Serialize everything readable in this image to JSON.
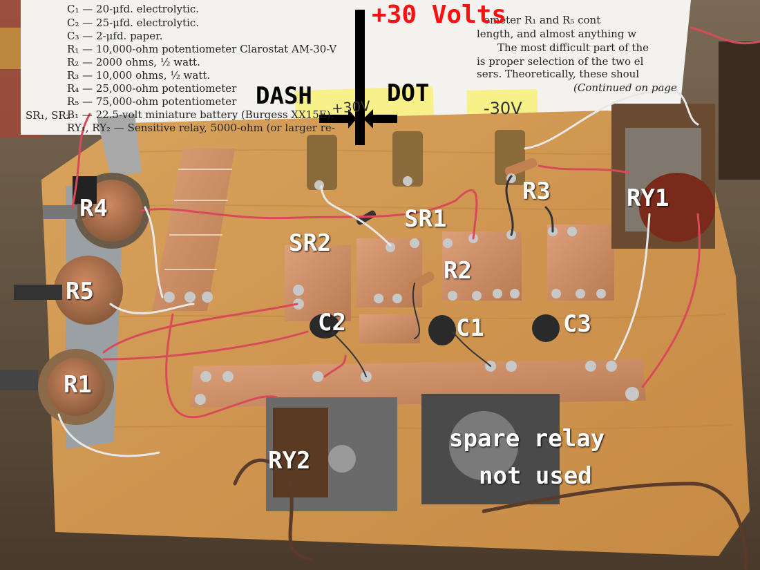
{
  "overlay_labels": {
    "voltage": "+30 Volts",
    "dash": "DASH",
    "dot": "DOT",
    "r4": "R4",
    "r5": "R5",
    "r1": "R1",
    "sr1": "SR1",
    "sr2": "SR2",
    "r2": "R2",
    "r3": "R3",
    "ry1": "RY1",
    "ry2": "RY2",
    "c1": "C1",
    "c2": "C2",
    "c3": "C3",
    "spare_line1": "spare relay",
    "spare_line2": "not used"
  },
  "sticky_notes": {
    "left": "+30V",
    "right": "-30V"
  },
  "document_lines": [
    "C₁ — 20-μfd. electrolytic.",
    "C₂ — 25-μfd. electrolytic.",
    "C₃ — 2-μfd. paper.",
    "R₁ — 10,000-ohm potentiometer Clarostat AM-30-V",
    "R₂ — 2000 ohms, ½ watt.",
    "R₃ — 10,000 ohms, ½ watt.",
    "R₄ — 25,000-ohm potentiometer",
    "R₅ — 75,000-ohm potentiometer",
    "B₁ — 22.5-volt miniature battery (Burgess XX15E).",
    "RY₁, RY₂ — Sensitive relay, 5000-ohm (or larger re-",
    "SR₁, SR₂"
  ],
  "document_right_lines": [
    "ometer R₁ and R₅ cont",
    "length, and almost anything w",
    "The most difficult part of the",
    "is proper selection of the two el",
    "sers. Theoretically, these shoul",
    "(Continued on page"
  ],
  "colors": {
    "label_white": "#ffffff",
    "label_black": "#000000",
    "label_red": "#ff1010",
    "wood": "#d49a52",
    "copper": "#c98a5a"
  }
}
